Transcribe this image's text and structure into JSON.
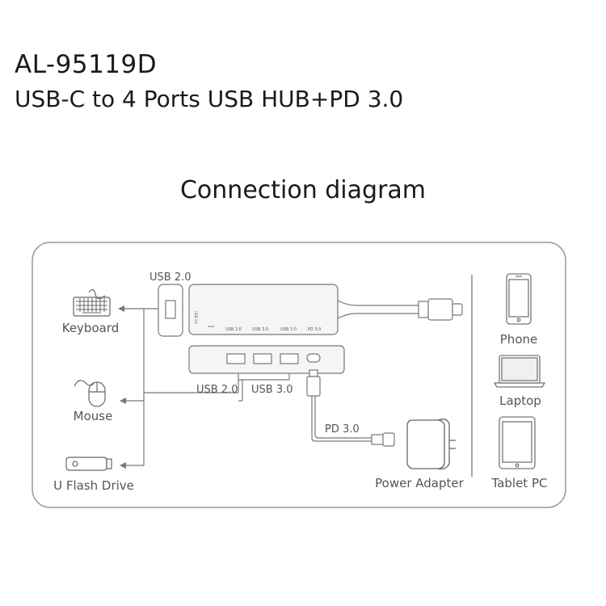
{
  "header": {
    "model": "AL-95119D",
    "product": "USB-C to 4 Ports USB HUB+PD 3.0"
  },
  "diagram": {
    "title": "Connection diagram",
    "ports": {
      "usb20_top": "USB 2.0",
      "usb20_bottom": "USB 2.0",
      "usb30": "USB 3.0",
      "pd30": "PD 3.0"
    },
    "hub_port_labels": [
      "USB 2.0",
      "USB 3.0",
      "USB 3.0",
      "PD 3.0"
    ],
    "hub_side_label": "USB 3.0",
    "left_devices": [
      {
        "label": "Keyboard",
        "icon": "keyboard-icon"
      },
      {
        "label": "Mouse",
        "icon": "mouse-icon"
      },
      {
        "label": "U Flash Drive",
        "icon": "flash-drive-icon"
      }
    ],
    "right_devices": [
      {
        "label": "Phone",
        "icon": "phone-icon"
      },
      {
        "label": "Laptop",
        "icon": "laptop-icon"
      },
      {
        "label": "Tablet PC",
        "icon": "tablet-icon"
      }
    ],
    "power": {
      "label": "Power Adapter",
      "icon": "power-adapter-icon"
    }
  }
}
